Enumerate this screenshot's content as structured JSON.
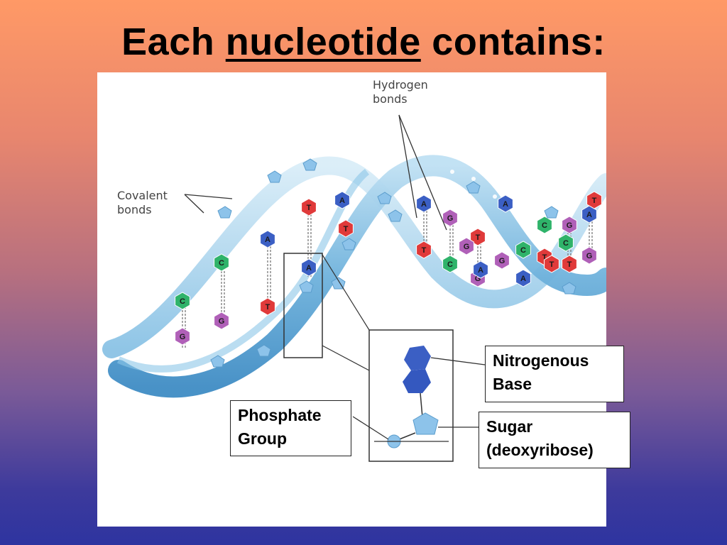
{
  "title": {
    "prefix": "Each",
    "keyword": "nucleotide",
    "suffix": "contains:"
  },
  "diagram": {
    "hydrogen_label_line1": "Hydrogen",
    "hydrogen_label_line2": "bonds",
    "covalent_label_line1": "Covalent",
    "covalent_label_line2": "bonds",
    "bases": [
      "T",
      "A",
      "C",
      "A",
      "A",
      "T",
      "T",
      "C",
      "G",
      "A",
      "T",
      "G",
      "C",
      "T",
      "G",
      "C",
      "G",
      "A",
      "T",
      "T",
      "C",
      "G",
      "G",
      "A",
      "T",
      "A",
      "G",
      "C",
      "T",
      "A",
      "G"
    ],
    "base_colors": {
      "A": "#3b5fc4",
      "T": "#e03a3a",
      "C": "#2fb36a",
      "G": "#b060b8"
    }
  },
  "callouts": {
    "nitrogenous_base_line1": "Nitrogenous",
    "nitrogenous_base_line2": "Base",
    "phosphate_line1": "Phosphate",
    "phosphate_line2": "Group",
    "sugar_line1": "Sugar",
    "sugar_line2": "(deoxyribose)"
  }
}
